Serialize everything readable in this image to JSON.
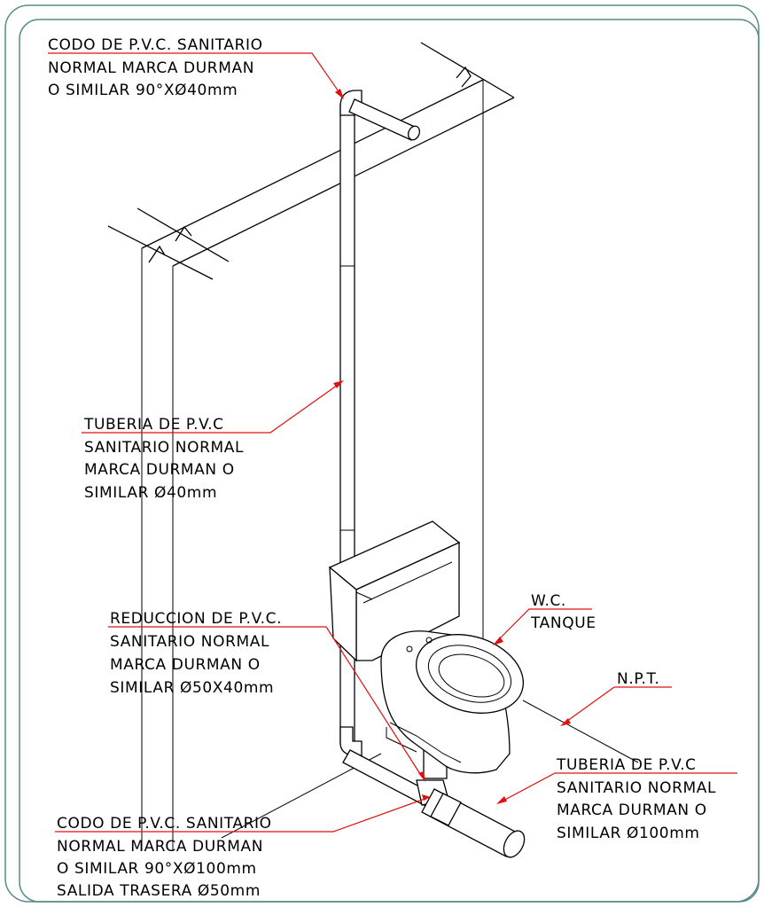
{
  "labels": {
    "codo_top": [
      "CODO DE P.V.C. SANITARIO",
      "NORMAL MARCA DURMAN",
      "O SIMILAR 90°XØ40mm"
    ],
    "tuberia_40": [
      "TUBERIA DE P.V.C",
      "SANITARIO NORMAL",
      "MARCA DURMAN O",
      "SIMILAR Ø40mm"
    ],
    "reduccion": [
      "REDUCCION DE P.V.C.",
      "SANITARIO NORMAL",
      "MARCA DURMAN O",
      "SIMILAR Ø50X40mm"
    ],
    "wc": [
      "W.C.",
      "TANQUE"
    ],
    "npt": [
      "N.P.T."
    ],
    "tuberia_100": [
      "TUBERIA DE P.V.C",
      "SANITARIO NORMAL",
      "MARCA DURMAN O",
      "SIMILAR Ø100mm"
    ],
    "codo_bottom": [
      "CODO DE P.V.C. SANITARIO",
      "NORMAL MARCA DURMAN",
      "O SIMILAR 90°XØ100mm",
      "SALIDA TRASERA Ø50mm"
    ]
  },
  "colors": {
    "frame": "#5a8a8a",
    "leader": "#e01010",
    "linework": "#000000"
  }
}
